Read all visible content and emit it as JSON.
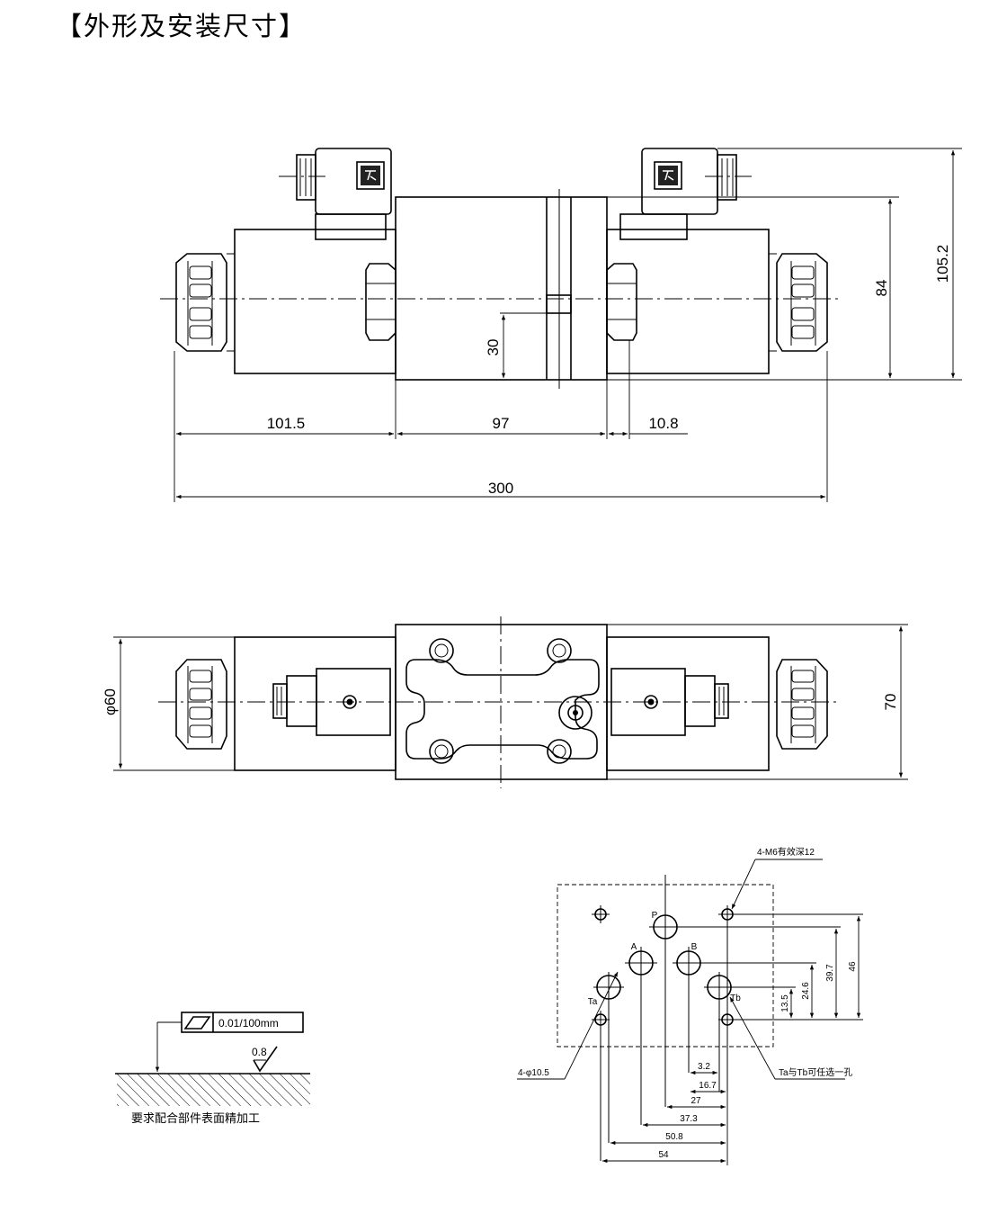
{
  "title": "【外形及安装尺寸】",
  "front_view": {
    "dims": {
      "d101_5": "101.5",
      "d97": "97",
      "d10_8": "10.8",
      "d300": "300",
      "d30": "30",
      "d84": "84",
      "d105_2": "105.2"
    }
  },
  "top_view": {
    "dims": {
      "phi60": "φ60",
      "d70": "70"
    }
  },
  "mounting": {
    "thread_note": "4-M6有效深12",
    "hole_note": "4-φ10.5",
    "option_note": "Ta与Tb可任选一孔",
    "ports": {
      "p": "P",
      "a": "A",
      "b": "B",
      "ta": "Ta",
      "tb": "Tb"
    },
    "vertical_dims": [
      "13.5",
      "24.6",
      "39.7",
      "46"
    ],
    "horizontal_dims": [
      "3.2",
      "16.7",
      "27",
      "37.3",
      "50.8",
      "54"
    ]
  },
  "surface": {
    "flatness": "0.01/100mm",
    "roughness": "0.8",
    "requirement": "要求配合部件表面精加工"
  }
}
